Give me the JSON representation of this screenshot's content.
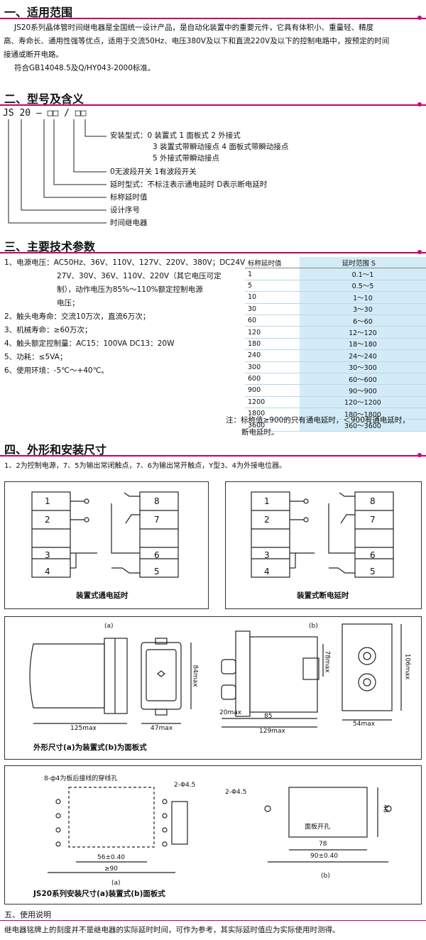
{
  "sections": {
    "s1": {
      "title": "一、适用范围",
      "lines": [
        "JS20系列晶体管时间继电器是全国统一设计产品，是自动化装置中的重要元件，它具有体积小、重量轻、精度",
        "高、寿命长、通用性强等优点，适用于交流50Hz、电压380V及以下和直流220V及以下的控制电路中，按预定的时间",
        "接通或断开电路。",
        "符合GB14048.5及Q/HY043-2000标准。"
      ]
    },
    "s2": {
      "title": "二、型号及含义",
      "model": "JS 20 — □□ / □□",
      "items": [
        "安装型式：0 装置式   1 面板式    2 外接式",
        "3 装置式带瞬动接点      4 面板式带瞬动接点",
        "5 外接式带瞬动接点",
        "0无波段开关   1有波段开关",
        "延时型式：不标注表示通电延时   D表示断电延时",
        "标称延时值",
        "设计序号",
        "时间继电器"
      ]
    },
    "s3": {
      "title": "三、主要技术参数",
      "params": [
        "1、电源电压：AC50Hz、36V、110V、127V、220V、380V；DC24V、",
        "27V、30V、36V、110V、220V（其它电压可定",
        "制），动作电压为85%～110%额定控制电源",
        "电压；",
        "2、触头电寿命：交流10万次，直流6万次；",
        "3、机械寿命：≥60万次；",
        "4、触头额定控制量：AC15：100VA    DC13：20W",
        "5、功耗：≤5VA；",
        "6、使用环境：-5℃～+40℃。"
      ],
      "table_head": [
        "标称延时值",
        "延时范围 S"
      ],
      "table_rows": [
        [
          "1",
          "0.1～1"
        ],
        [
          "5",
          "0.5～5"
        ],
        [
          "10",
          "1～10"
        ],
        [
          "30",
          "3～30"
        ],
        [
          "60",
          "6～60"
        ],
        [
          "120",
          "12～120"
        ],
        [
          "180",
          "18～180"
        ],
        [
          "240",
          "24～240"
        ],
        [
          "300",
          "30～300"
        ],
        [
          "600",
          "60～600"
        ],
        [
          "900",
          "90～900"
        ],
        [
          "1200",
          "120～1200"
        ],
        [
          "1800",
          "180～1800"
        ],
        [
          "3600",
          "360～3600"
        ]
      ],
      "note1": "注：标称值≥900的只有通电延时，＜900有通电延时，",
      "note2": "断电延时。"
    },
    "s4": {
      "title": "四、外形和安装尺寸",
      "desc": "1、2为控制电源，7、5为输出常闭触点，7、6为输出常开触点，Y型3、4为外接电位器。",
      "wiring_caption_left": "装置式通电延时",
      "wiring_caption_right": "装置式断电延时",
      "terminals_left": [
        "1",
        "2",
        "3",
        "4"
      ],
      "terminals_right": [
        "8",
        "7",
        "6",
        "5"
      ],
      "outline_caption": "外形尺寸(a)为装置式(b)为面板式",
      "dims": {
        "a": "(a)",
        "b": "(b)",
        "d125": "125max",
        "d47": "47max",
        "d84": "84max",
        "d20": "20max",
        "d85": "85",
        "d129": "129max",
        "d78": "78max",
        "d54": "54max",
        "d106": "106max"
      },
      "install_caption": "JS20系列安装尺寸(a)装置式(b)面板式",
      "install": {
        "hole_note": "8-ф4为板后接线的穿线孔",
        "phi_a": "2-Φ4.5",
        "phi_b": "2-Φ4.5",
        "d56": "56±0.40",
        "d90": "≥90",
        "d46": "46",
        "d78": "78",
        "d90b": "90±0.40",
        "cutout": "面板开孔",
        "a": "(a)",
        "b": "(b)"
      }
    },
    "s5": {
      "title": "五、使用说明",
      "text": "继电器铭牌上的刻度并不是继电器的实际延时时间，可作为参考，其实际延时值应为实际使用时测得。"
    }
  },
  "colors": {
    "accent": "#c4006b",
    "table_fill": "#d3ebf7"
  }
}
